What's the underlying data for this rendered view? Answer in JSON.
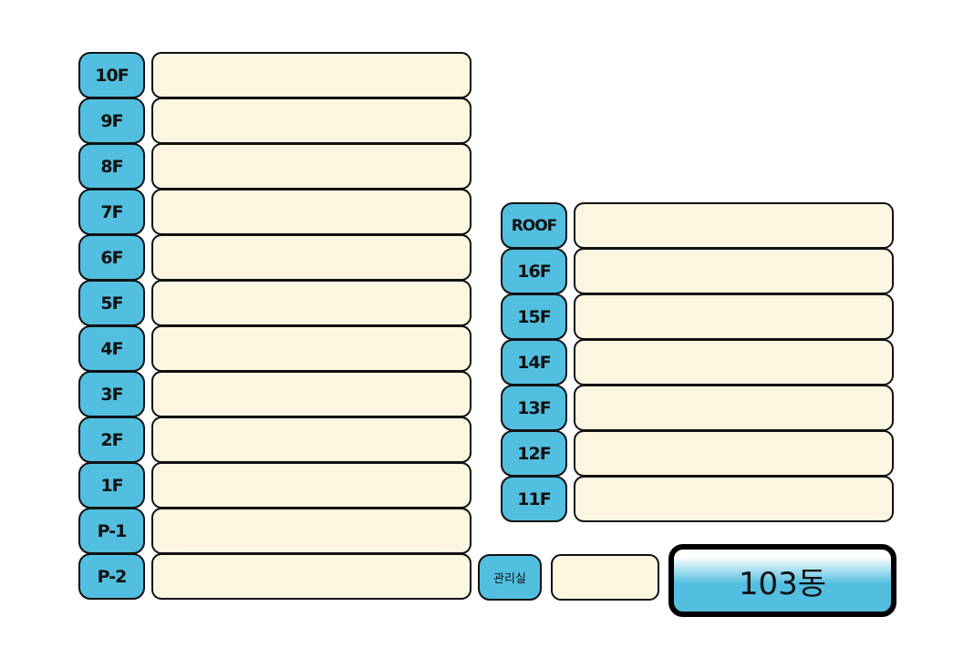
{
  "left_floors": [
    "10F",
    "9F",
    "8F",
    "7F",
    "6F",
    "5F",
    "4F",
    "3F",
    "2F",
    "1F",
    "P-1",
    "P-2"
  ],
  "right_floors": [
    "ROOF",
    "16F",
    "15F",
    "14F",
    "13F",
    "12F",
    "11F"
  ],
  "management_label": "관리실",
  "building_label": "103동",
  "colors": {
    "label_bg": "#52bfe0",
    "box_bg": "#fcf5e0",
    "border": "#111111"
  }
}
